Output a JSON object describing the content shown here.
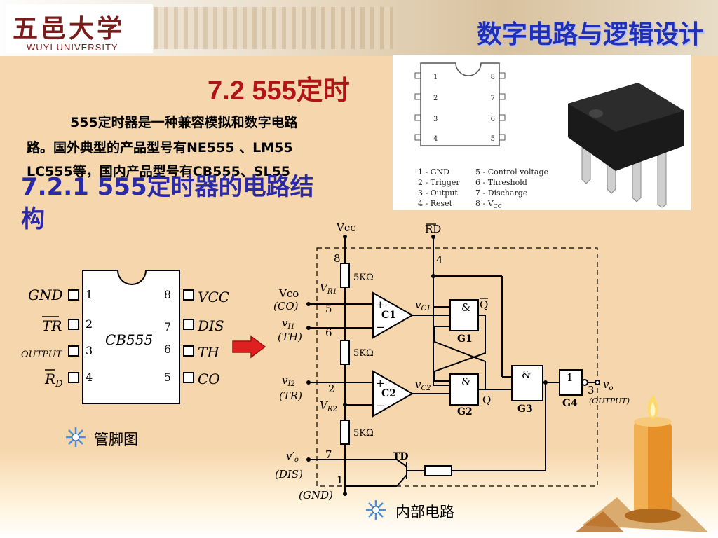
{
  "header": {
    "logo_cn": "五邑大学",
    "logo_en": "WUYI UNIVERSITY",
    "course_title": "数字电路与逻辑设计"
  },
  "slide": {
    "title": "7.2  555定时",
    "para_line1": "555定时器是一种兼容模拟和数字电路",
    "para_line2": "路。国外典型的产品型号有NE555 、LM55",
    "para_line3": "LC555等，国内产品型号有CB555、SL55",
    "subtitle_line1": "7.2.1  555定时器的电路结",
    "subtitle_line2": "构"
  },
  "pinout_photo": {
    "pins_left": [
      "1",
      "2",
      "3",
      "4"
    ],
    "pins_right": [
      "8",
      "7",
      "6",
      "5"
    ],
    "legend_left": [
      "1 - GND",
      "2 - Trigger",
      "3 - Output",
      "4 - Reset"
    ],
    "legend_right": [
      "5 - Control voltage",
      "6 - Threshold",
      "7 - Discharge",
      "8 - V"
    ],
    "legend_right_sub": "CC"
  },
  "chip_diagram": {
    "name": "CB555",
    "left_labels": [
      "GND",
      "TR",
      "OUTPUT",
      "R"
    ],
    "left_sub": "D",
    "right_labels": [
      "VCC",
      "DIS",
      "TH",
      "CO"
    ],
    "left_pins": [
      "1",
      "2",
      "3",
      "4"
    ],
    "right_pins": [
      "8",
      "7",
      "6",
      "5"
    ],
    "caption": "管脚图"
  },
  "circuit": {
    "vcc": "Vcc",
    "rd": "RD",
    "pin8": "8",
    "pin4": "4",
    "pin5": "5",
    "pin6": "6",
    "pin2": "2",
    "pin7": "7",
    "pin1": "1",
    "pin3": "3",
    "resistor": "5KΩ",
    "vr1": "V",
    "vr1_sub": "R1",
    "vr2": "V",
    "vr2_sub": "R2",
    "vco": "Vco",
    "co": "(CO)",
    "vi1": "v",
    "vi1_sub": "I1",
    "th": "(TH)",
    "vi2": "v",
    "vi2_sub": "I2",
    "tr": "(TR)",
    "vo_prime": "v′",
    "vo_prime_sub": "o",
    "dis": "(DIS)",
    "gnd": "(GND)",
    "vc1": "v",
    "vc1_sub": "C1",
    "vc2": "v",
    "vc2_sub": "C2",
    "c1": "C1",
    "c2": "C2",
    "g1": "G1",
    "g2": "G2",
    "g3": "G3",
    "g4": "G4",
    "and": "&",
    "one": "1",
    "q": "Q",
    "qbar": "Q",
    "td": "TD",
    "plus": "+",
    "minus": "−",
    "vo": "v",
    "vo_sub": "o",
    "output": "(OUTPUT)",
    "caption": "内部电路"
  },
  "colors": {
    "title_red": "#b01414",
    "subtitle_blue": "#2a2aa8",
    "course_blue": "#1f2fb8",
    "arrow_red": "#e02020"
  }
}
